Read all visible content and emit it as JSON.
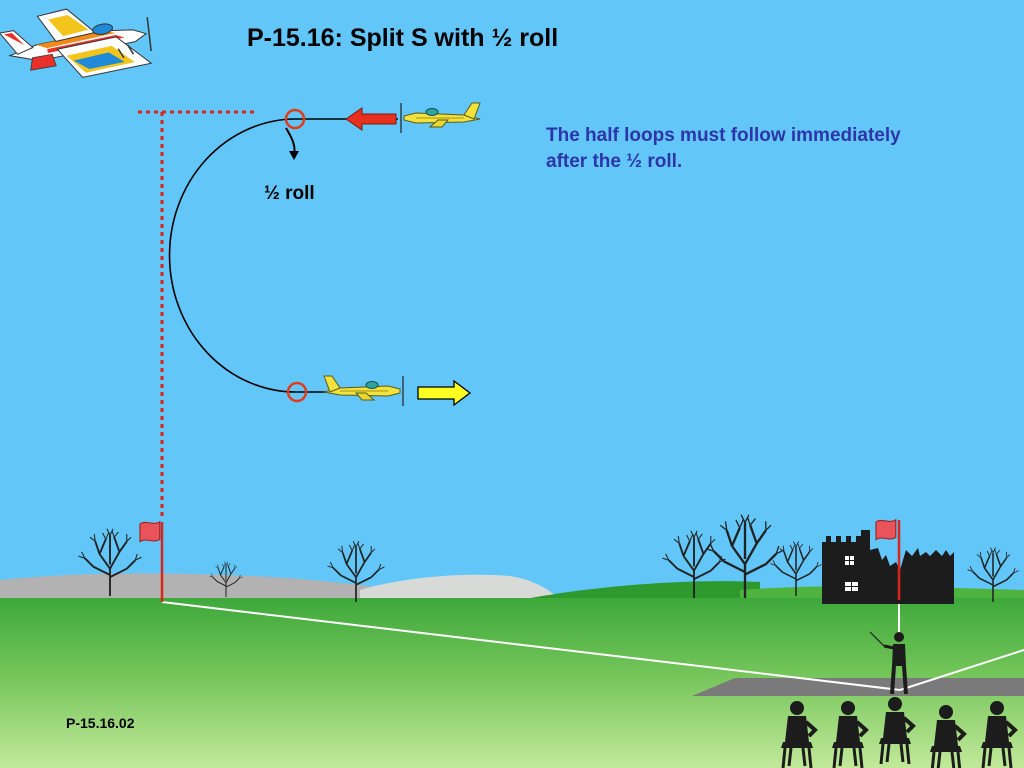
{
  "slide": {
    "title": "P-15.16: Split S with ½ roll",
    "note": "The half loops must follow immediately after the ½ roll.",
    "roll_label": "½ roll",
    "code": "P-15.16.02"
  },
  "colors": {
    "sky": "#62c6f8",
    "grass_light": "#b6e38e",
    "grass_dark": "#3eaa3a",
    "path": "#000000",
    "marker_circle": "#e23b1a",
    "box_line": "#d8261d",
    "entry_arrow": "#e8301e",
    "exit_arrow": "#ffff22",
    "note_text": "#2d36a8",
    "model_plane": "#f2e23c",
    "flag": "#e8545a",
    "building": "#1c1c1c",
    "runway": "#7a7a7a"
  },
  "icons": {
    "logo": "aerobatic-plane-icon",
    "model": "model-plane-icon",
    "flag": "flag-icon",
    "tree": "tree-icon",
    "building": "ruined-castle-icon",
    "pilot": "pilot-icon",
    "judges": "judge-icon"
  }
}
